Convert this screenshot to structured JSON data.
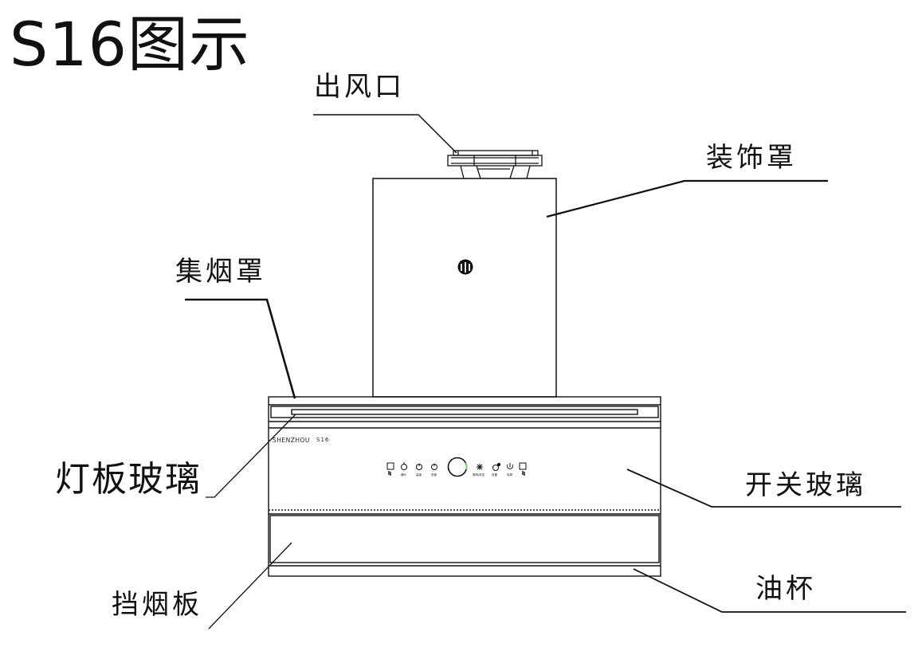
{
  "title": "S16图示",
  "labels": {
    "outlet": "出风口",
    "decor_cover": "装饰罩",
    "hood": "集烟罩",
    "light_glass": "灯板玻璃",
    "switch_glass": "开关玻璃",
    "oil_cup": "油杯",
    "baffle": "挡烟板"
  },
  "panel": {
    "brand": "SHENZHOU",
    "model": "S16",
    "controls": [
      {
        "icon": "square-icon",
        "label": ""
      },
      {
        "icon": "timer-icon",
        "label": "爆炒"
      },
      {
        "icon": "fan-high-icon",
        "label": "高速"
      },
      {
        "icon": "fan-low-icon",
        "label": "低速"
      },
      {
        "icon": "knob-icon",
        "label": ""
      },
      {
        "icon": "light-icon",
        "label": "照明/风控"
      },
      {
        "icon": "setting-icon",
        "label": "设置"
      },
      {
        "icon": "power-icon",
        "label": "电源"
      },
      {
        "icon": "square-icon",
        "label": ""
      }
    ]
  },
  "colors": {
    "line": "#111111",
    "knob_accent": "#7fd36a"
  }
}
